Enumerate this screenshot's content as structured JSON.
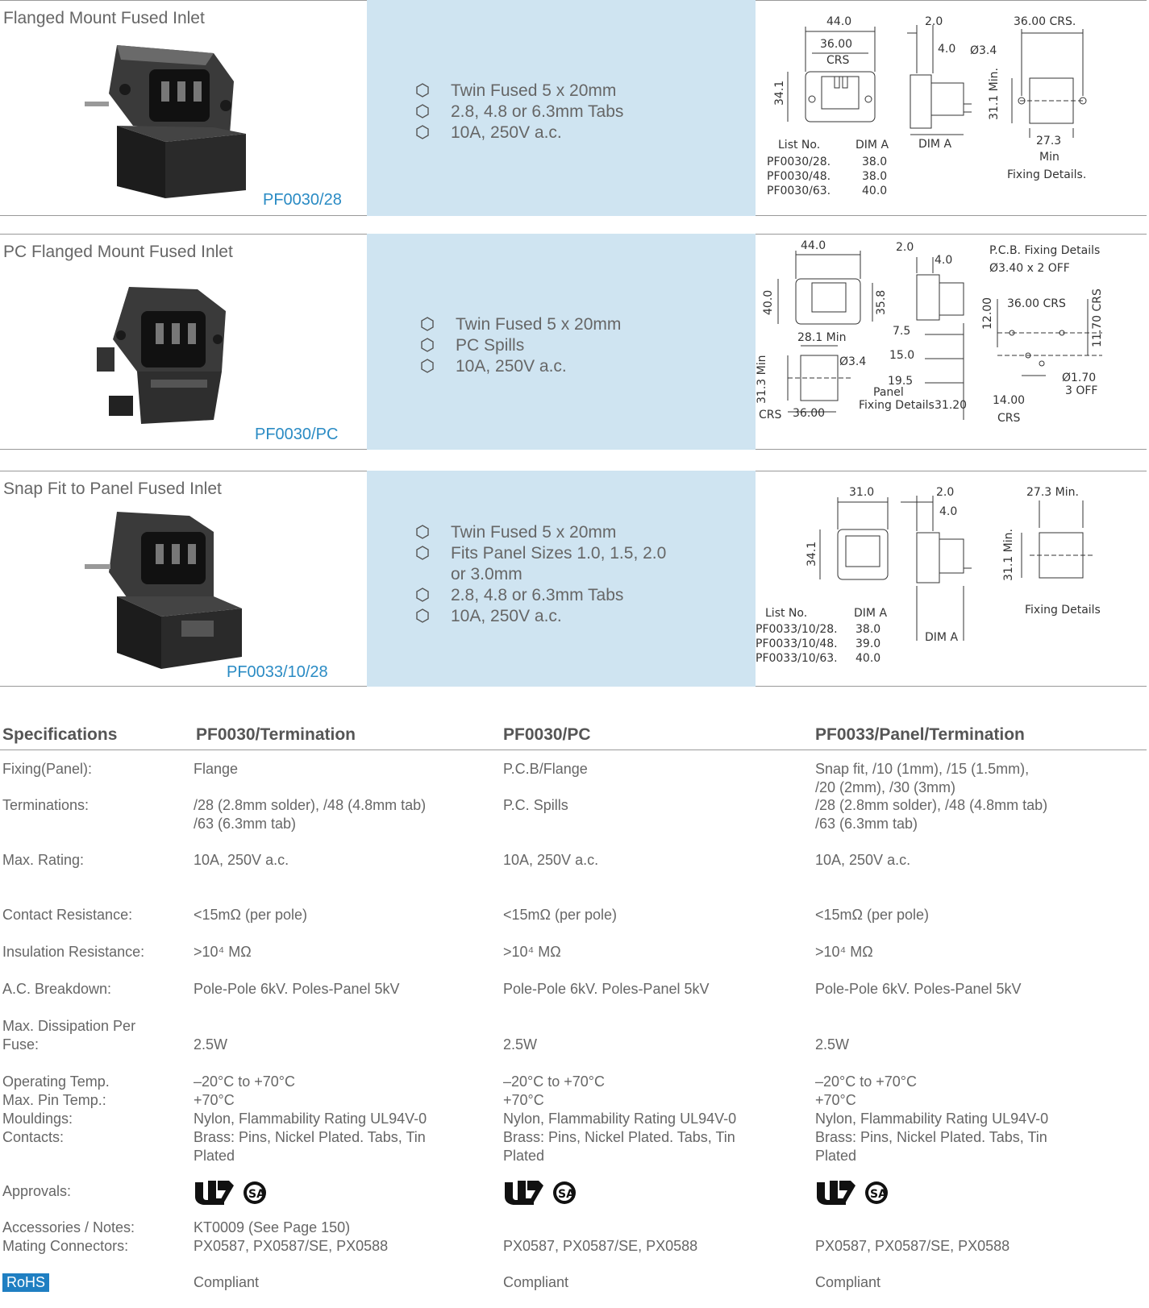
{
  "products": [
    {
      "title": "Flanged Mount Fused Inlet",
      "code": "PF0030/28",
      "features": [
        "Twin Fused 5 x 20mm",
        "2.8, 4.8 or 6.3mm Tabs",
        "10A, 250V a.c."
      ],
      "drawing_labels": {
        "d1": "44.0",
        "d2": "36.00",
        "d3": "CRS",
        "d4": "34.1",
        "d5": "2.0",
        "d6": "4.0",
        "d7": "DIM A",
        "d8": "Ø3.4",
        "d9": "36.00 CRS.",
        "d10": "31.1 Min.",
        "d11": "27.3",
        "d12": "Min",
        "d13": "Fixing Details.",
        "list_head": "List No.",
        "dim_head": "DIM A",
        "list": [
          [
            "PF0030/28.",
            "38.0"
          ],
          [
            "PF0030/48.",
            "38.0"
          ],
          [
            "PF0030/63.",
            "40.0"
          ]
        ]
      }
    },
    {
      "title": "PC Flanged Mount Fused Inlet",
      "code": "PF0030/PC",
      "features": [
        "Twin Fused 5 x 20mm",
        "PC Spills",
        "10A, 250V a.c."
      ],
      "drawing_labels": {
        "d1": "44.0",
        "d2": "40.0",
        "d3": "35.8",
        "d4": "2.0",
        "d5": "4.0",
        "d6": "P.C.B. Fixing Details",
        "d7": "Ø3.40 x 2 OFF",
        "d8": "28.1 Min",
        "d9": "Ø3.4",
        "d10": "31.3 Min",
        "d11": "CRS",
        "d12": "36.00",
        "d13": "7.5",
        "d14": "15.0",
        "d15": "19.5",
        "d16": "Panel",
        "d17": "Fixing Details",
        "d18": "31.20",
        "d19": "12.00",
        "d20": "36.00 CRS",
        "d21": "11.70 CRS",
        "d22": "Ø1.70",
        "d23": "3 OFF",
        "d24": "14.00",
        "d25": "CRS"
      }
    },
    {
      "title": "Snap Fit to Panel Fused Inlet",
      "code": "PF0033/10/28",
      "features": [
        "Twin Fused 5 x 20mm",
        "Fits Panel Sizes 1.0, 1.5, 2.0",
        "or 3.0mm",
        "2.8, 4.8 or 6.3mm Tabs",
        "10A, 250V a.c."
      ],
      "drawing_labels": {
        "d1": "31.0",
        "d2": "34.1",
        "d3": "2.0",
        "d4": "4.0",
        "d5": "DIM A",
        "d6": "27.3 Min.",
        "d7": "31.1 Min.",
        "d8": "Fixing Details",
        "list_head": "List No.",
        "dim_head": "DIM A",
        "list": [
          [
            "PF0033/10/28.",
            "38.0"
          ],
          [
            "PF0033/10/48.",
            "39.0"
          ],
          [
            "PF0033/10/63.",
            "40.0"
          ]
        ]
      }
    }
  ],
  "specs": {
    "headers": [
      "Specifications",
      "PF0030/Termination",
      "PF0030/PC",
      "PF0033/Panel/Termination"
    ],
    "rows": [
      {
        "label": [
          "Fixing(Panel):"
        ],
        "c1": [
          "Flange"
        ],
        "c2": [
          "P.C.B/Flange"
        ],
        "c3": [
          "Snap fit, /10 (1mm), /15 (1.5mm),",
          "/20 (2mm), /30 (3mm)"
        ]
      },
      {
        "label": [
          "Terminations:"
        ],
        "c1": [
          "/28 (2.8mm solder), /48 (4.8mm tab)",
          "/63 (6.3mm tab)"
        ],
        "c2": [
          "P.C. Spills"
        ],
        "c3": [
          "/28 (2.8mm solder), /48 (4.8mm tab)",
          "/63 (6.3mm tab)"
        ]
      },
      {
        "label": [
          "Max. Rating:"
        ],
        "c1": [
          "10A, 250V a.c."
        ],
        "c2": [
          "10A, 250V a.c."
        ],
        "c3": [
          "10A, 250V a.c."
        ]
      },
      {
        "label": [
          "Contact Resistance:"
        ],
        "c1": [
          "<15mΩ (per pole)"
        ],
        "c2": [
          "<15mΩ (per pole)"
        ],
        "c3": [
          "<15mΩ (per pole)"
        ]
      },
      {
        "label": [
          "Insulation Resistance:"
        ],
        "c1": [
          ">10⁴ MΩ"
        ],
        "c2": [
          ">10⁴ MΩ"
        ],
        "c3": [
          ">10⁴ MΩ"
        ]
      },
      {
        "label": [
          "A.C. Breakdown:"
        ],
        "c1": [
          "Pole-Pole 6kV. Poles-Panel 5kV"
        ],
        "c2": [
          "Pole-Pole 6kV. Poles-Panel 5kV"
        ],
        "c3": [
          "Pole-Pole 6kV. Poles-Panel 5kV"
        ]
      },
      {
        "label": [
          "Max. Dissipation Per",
          "Fuse:"
        ],
        "c1": [
          "",
          "2.5W"
        ],
        "c2": [
          "",
          "2.5W"
        ],
        "c3": [
          "",
          "2.5W"
        ]
      },
      {
        "label": [
          "Operating Temp.",
          "Max. Pin Temp.:",
          "Mouldings:",
          "Contacts:"
        ],
        "c1": [
          "–20°C to +70°C",
          "+70°C",
          "Nylon, Flammability Rating UL94V-0",
          "Brass: Pins, Nickel Plated. Tabs, Tin",
          "Plated"
        ],
        "c2": [
          "–20°C to +70°C",
          "+70°C",
          "Nylon, Flammability Rating UL94V-0",
          "Brass: Pins, Nickel Plated. Tabs, Tin",
          "Plated"
        ],
        "c3": [
          "–20°C to +70°C",
          "+70°C",
          "Nylon, Flammability Rating UL94V-0",
          "Brass: Pins, Nickel Plated. Tabs, Tin",
          "Plated"
        ]
      },
      {
        "label": [
          "Approvals:"
        ],
        "c1": [],
        "c2": [],
        "c3": []
      },
      {
        "label": [
          "Accessories / Notes:",
          "Mating Connectors:"
        ],
        "c1": [
          "KT0009 (See Page 150)",
          "PX0587, PX0587/SE, PX0588"
        ],
        "c2": [
          "",
          "PX0587, PX0587/SE, PX0588"
        ],
        "c3": [
          "",
          "PX0587, PX0587/SE, PX0588"
        ]
      },
      {
        "label": [],
        "rohs": "RoHS",
        "c1": [
          "Compliant"
        ],
        "c2": [
          "Compliant"
        ],
        "c3": [
          "Compliant"
        ]
      }
    ],
    "approval_marks": {
      "ul": "UL",
      "csa": "SA"
    }
  }
}
